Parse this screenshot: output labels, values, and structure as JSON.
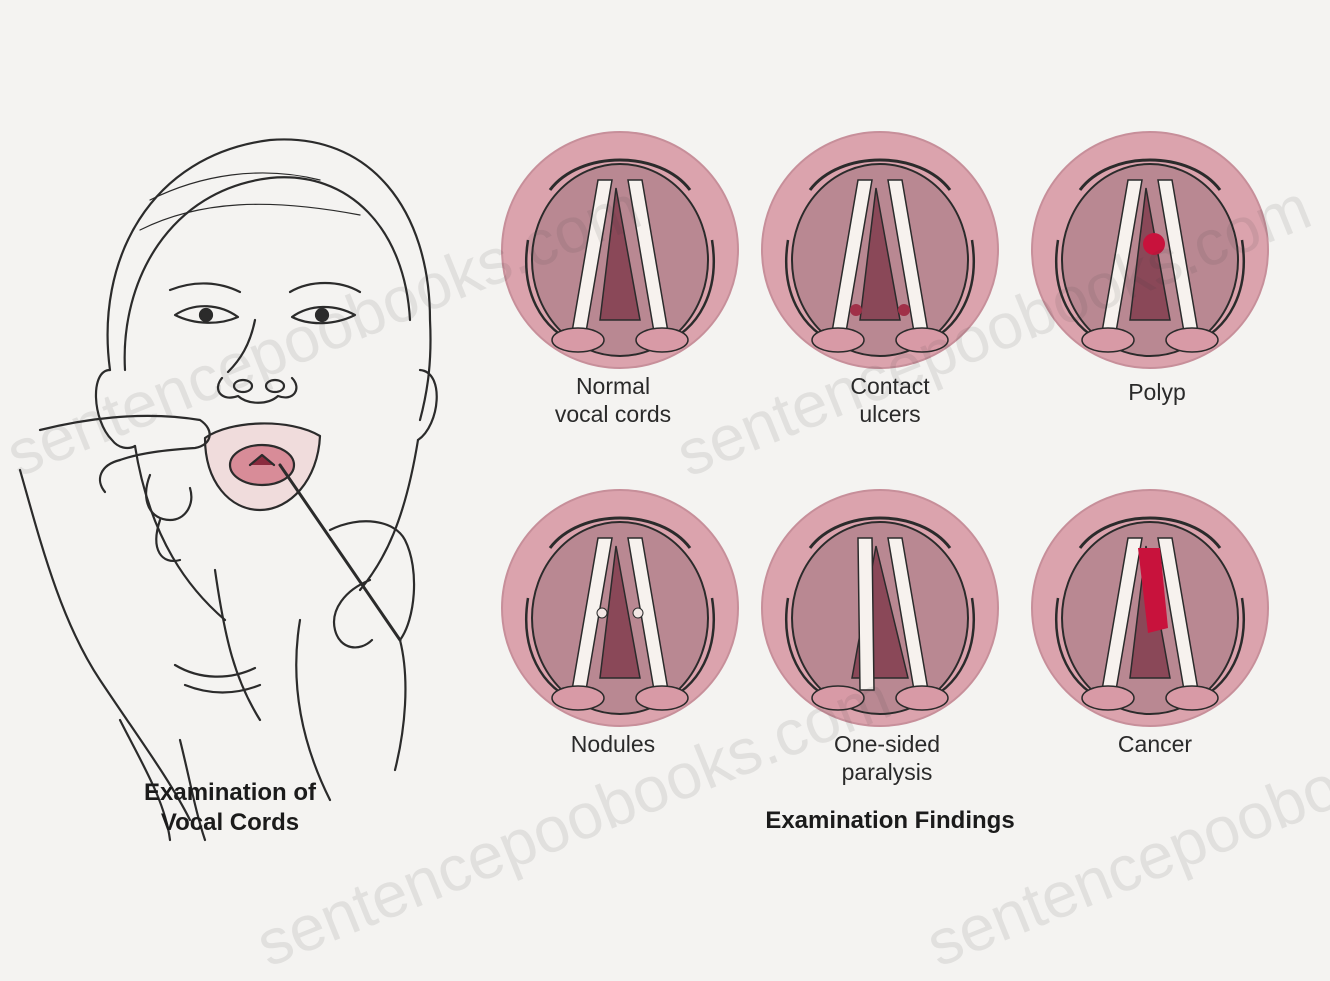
{
  "figure": {
    "left_panel": {
      "caption_line1": "Examination of",
      "caption_line2": "Vocal Cords"
    },
    "right_panel": {
      "caption": "Examination Findings",
      "findings": [
        {
          "id": "normal",
          "label_line1": "Normal",
          "label_line2": "vocal cords"
        },
        {
          "id": "contact-ulcers",
          "label_line1": "Contact",
          "label_line2": "ulcers"
        },
        {
          "id": "polyp",
          "label_line1": "Polyp",
          "label_line2": ""
        },
        {
          "id": "nodules",
          "label_line1": "Nodules",
          "label_line2": ""
        },
        {
          "id": "paralysis",
          "label_line1": "One-sided",
          "label_line2": "paralysis"
        },
        {
          "id": "cancer",
          "label_line1": "Cancer",
          "label_line2": ""
        }
      ]
    },
    "watermark": {
      "text1": "sentencepoobooks.com",
      "text2": "sentencepoobooks.com",
      "text3": "sentencepoobooks.com",
      "text4": "sentencepoobooks.com"
    },
    "colors": {
      "disc_outer": "#dba3ad",
      "disc_inner": "#b98892",
      "lesion": "#c8123c",
      "line_art": "#2b2b2b"
    }
  }
}
